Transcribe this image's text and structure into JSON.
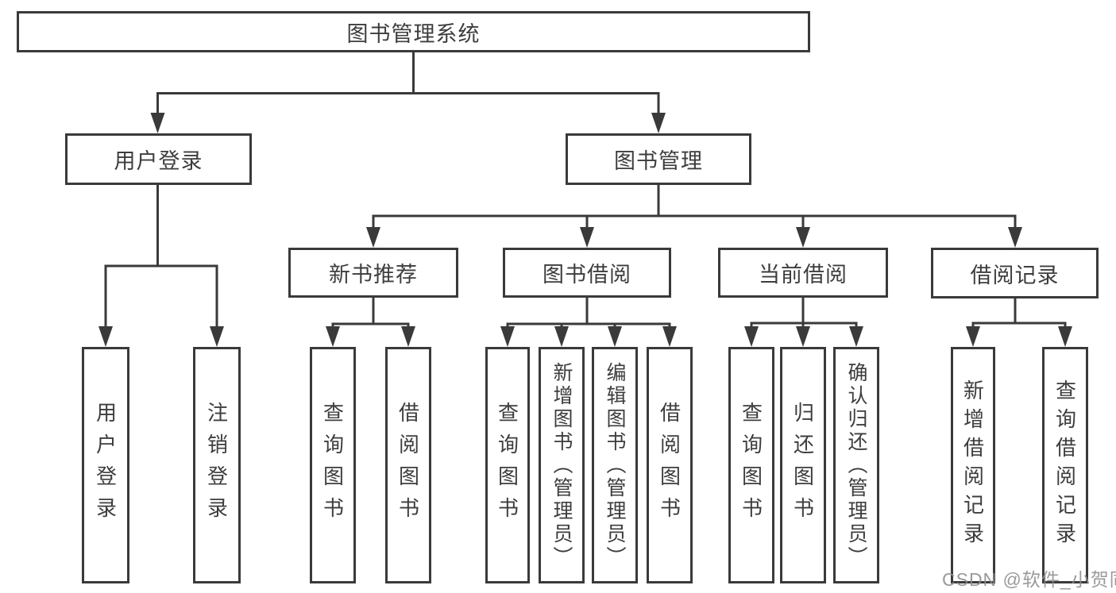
{
  "diagram": {
    "watermark": "CSDN @软件_小贺同学",
    "colors": {
      "line": "#3a3a3a",
      "text": "#3d3d3d",
      "background": "#ffffff",
      "watermark": "#8c8c8c"
    },
    "tree": {
      "label": "图书管理系统",
      "children": [
        {
          "label": "用户登录",
          "children": [
            {
              "label": "用户登录"
            },
            {
              "label": "注销登录"
            }
          ]
        },
        {
          "label": "图书管理",
          "children": [
            {
              "label": "新书推荐",
              "children": [
                {
                  "label": "查询图书"
                },
                {
                  "label": "借阅图书"
                }
              ]
            },
            {
              "label": "图书借阅",
              "children": [
                {
                  "label": "查询图书"
                },
                {
                  "label": "新增图书（管理员）"
                },
                {
                  "label": "编辑图书（管理员）"
                },
                {
                  "label": "借阅图书"
                }
              ]
            },
            {
              "label": "当前借阅",
              "children": [
                {
                  "label": "查询图书"
                },
                {
                  "label": "归还图书"
                },
                {
                  "label": "确认归还（管理员）"
                }
              ]
            },
            {
              "label": "借阅记录",
              "children": [
                {
                  "label": "新增借阅记录"
                },
                {
                  "label": "查询借阅记录"
                }
              ]
            }
          ]
        }
      ]
    }
  }
}
